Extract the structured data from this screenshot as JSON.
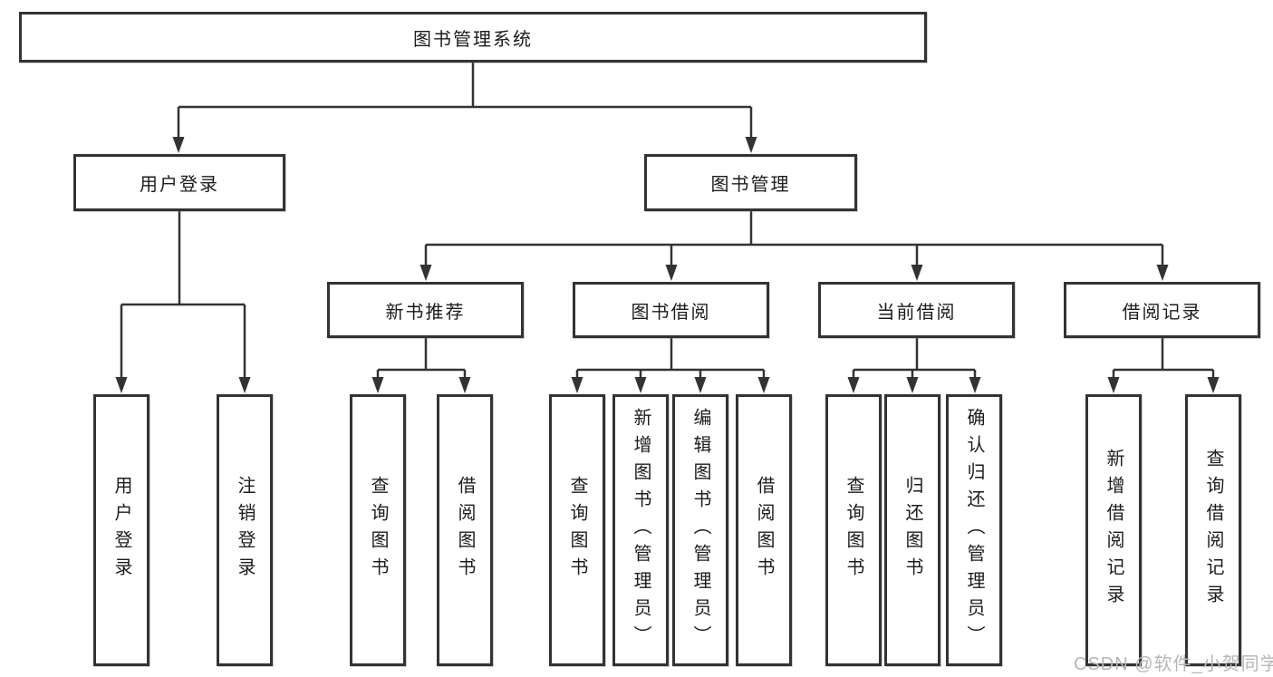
{
  "diagram": {
    "root": {
      "label": "图书管理系统"
    },
    "level2": [
      {
        "label": "用户登录"
      },
      {
        "label": "图书管理"
      }
    ],
    "level3": [
      {
        "label": "新书推荐"
      },
      {
        "label": "图书借阅"
      },
      {
        "label": "当前借阅"
      },
      {
        "label": "借阅记录"
      }
    ],
    "leaves": [
      {
        "label": "用户登录"
      },
      {
        "label": "注销登录"
      },
      {
        "label": "查询图书"
      },
      {
        "label": "借阅图书"
      },
      {
        "label": "查询图书"
      },
      {
        "label": "新增图书（管理员）"
      },
      {
        "label": "编辑图书（管理员）"
      },
      {
        "label": "借阅图书"
      },
      {
        "label": "查询图书"
      },
      {
        "label": "归还图书"
      },
      {
        "label": "确认归还（管理员）"
      },
      {
        "label": "新增借阅记录"
      },
      {
        "label": "查询借阅记录"
      }
    ],
    "watermark": "CSDN @软件_小贺同学",
    "colors": {
      "line": "#333333",
      "box_border": "#333333",
      "text": "#1c1c1c",
      "watermark": "#b6b6b6",
      "background": "#ffffff"
    }
  }
}
